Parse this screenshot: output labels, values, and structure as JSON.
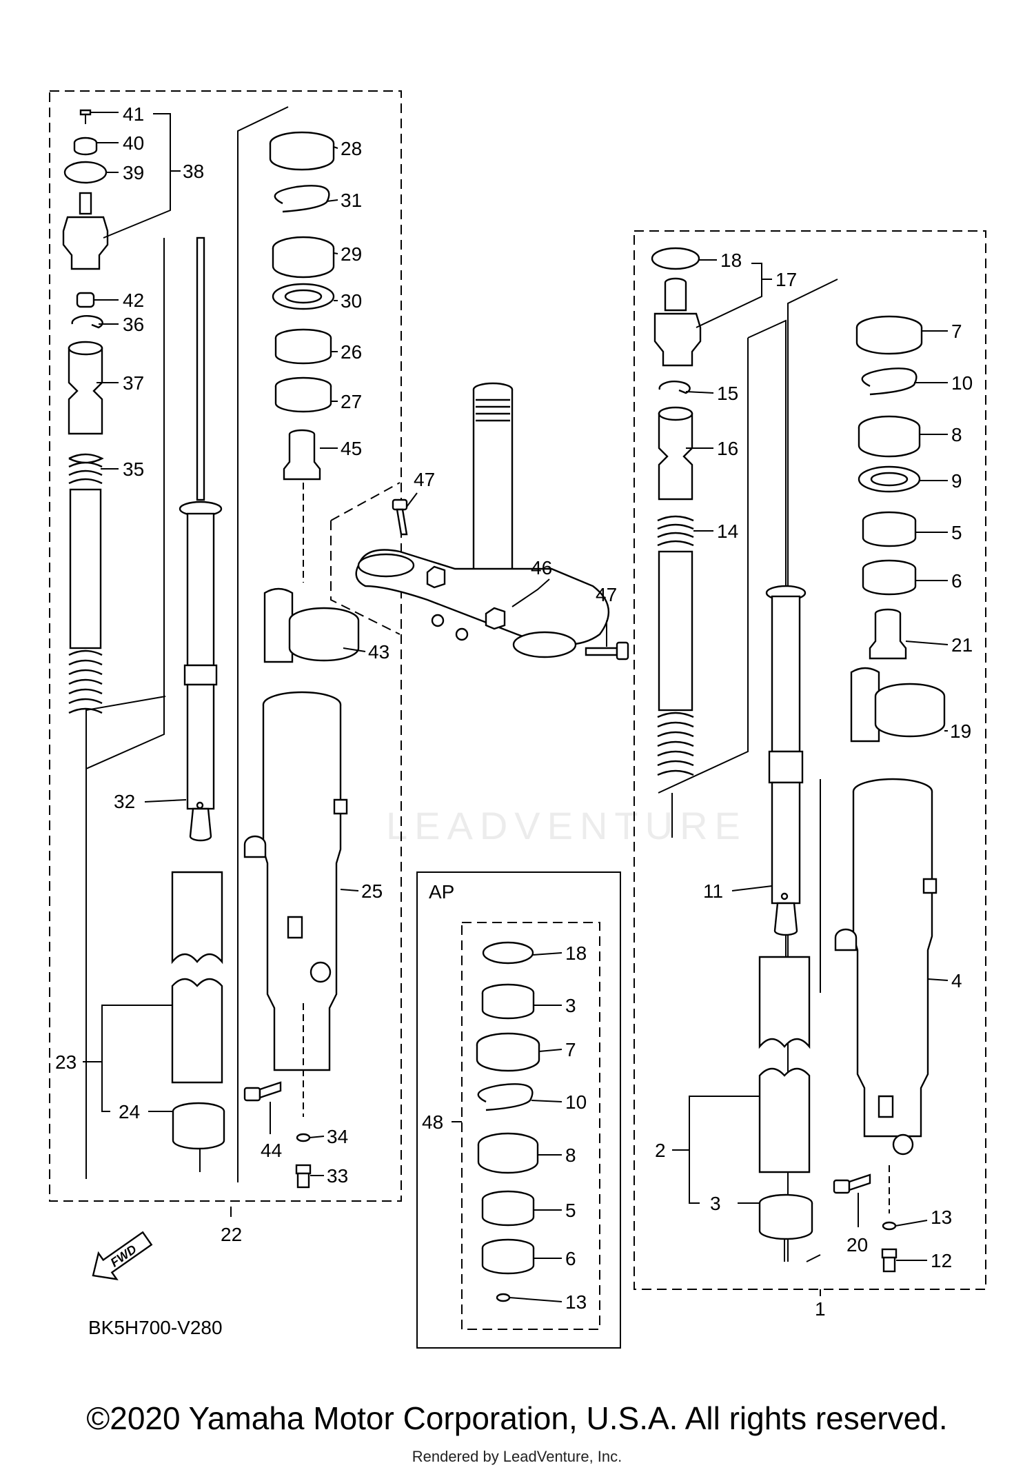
{
  "diagram_code": "BK5H700-V280",
  "watermark": "LEADVENTURE",
  "copyright": "©2020 Yamaha Motor Corporation, U.S.A. All rights reserved.",
  "rendered_by": "Rendered by LeadVenture, Inc.",
  "fwd_label": "FWD",
  "ap_label": "AP",
  "callouts": {
    "c41": "41",
    "c40": "40",
    "c39": "39",
    "c38": "38",
    "c42": "42",
    "c36": "36",
    "c37": "37",
    "c35": "35",
    "c32": "32",
    "c23": "23",
    "c24": "24",
    "c22": "22",
    "c28": "28",
    "c31": "31",
    "c29": "29",
    "c30": "30",
    "c26": "26",
    "c27": "27",
    "c45": "45",
    "c43": "43",
    "c25": "25",
    "c44": "44",
    "c34": "34",
    "c33": "33",
    "c47a": "47",
    "c46": "46",
    "c47b": "47",
    "ap18": "18",
    "ap3": "3",
    "ap7": "7",
    "ap10": "10",
    "ap48": "48",
    "ap8": "8",
    "ap5": "5",
    "ap6": "6",
    "ap13": "13",
    "r18": "18",
    "r17": "17",
    "r15": "15",
    "r16": "16",
    "r14": "14",
    "r11": "11",
    "r2": "2",
    "r3": "3",
    "r7": "7",
    "r10": "10",
    "r8": "8",
    "r9": "9",
    "r5": "5",
    "r6": "6",
    "r21": "21",
    "r19": "19",
    "r4": "4",
    "r20": "20",
    "r13": "13",
    "r12": "12",
    "r1": "1"
  }
}
